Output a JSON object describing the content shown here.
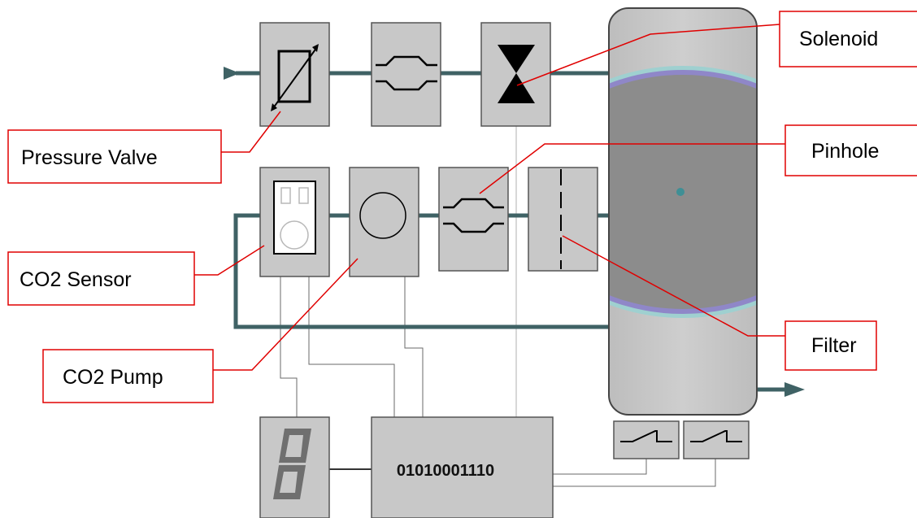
{
  "labels": {
    "pressure_valve": "Pressure Valve",
    "co2_sensor": "CO2 Sensor",
    "co2_pump": "CO2 Pump",
    "solenoid": "Solenoid",
    "pinhole": "Pinhole",
    "filter": "Filter"
  },
  "controller": {
    "code": "01010001110"
  },
  "colors": {
    "pipe": "#3f6265",
    "component_fill": "#c8c8c8",
    "component_stroke": "#555555",
    "callout_border": "#e00000",
    "callout_line": "#e00000",
    "chamber_fill": "#c4c4c4",
    "disc_fill": "#8a8a8a",
    "disc_rim": "#8f87c8"
  }
}
